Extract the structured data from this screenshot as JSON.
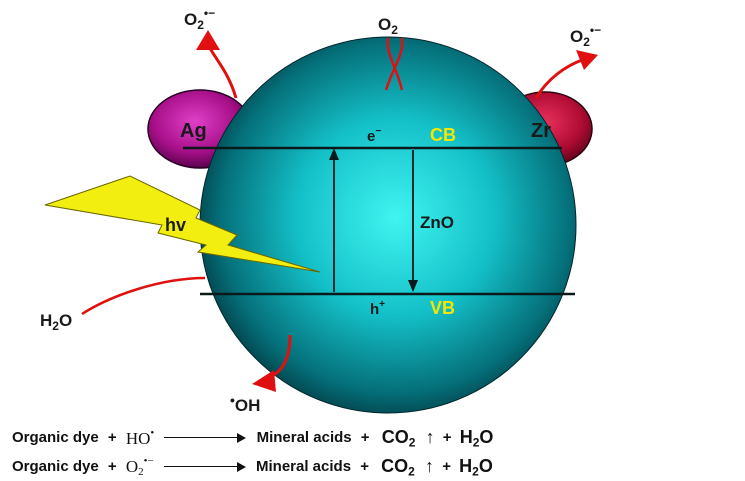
{
  "labels": {
    "o2_top": "O",
    "o2_top_sub": "2",
    "o2_left": "O",
    "o2_left_sub": "2",
    "o2_left_sup": "•−",
    "o2_right": "O",
    "o2_right_sub": "2",
    "o2_right_sup": "•−",
    "ag": "Ag",
    "zr": "Zr",
    "electron": "e",
    "electron_sup": "−",
    "cb": "CB",
    "vb": "VB",
    "hole": "h",
    "hole_sup": "+",
    "zno": "ZnO",
    "hv": "hv",
    "h2o": "H",
    "h2o_sub": "2",
    "h2o_tail": "O",
    "oh_dot": "•",
    "oh": "OH"
  },
  "colors": {
    "sphere_core": "#1fd8d8",
    "sphere_edge": "#003a40",
    "ag": "#c2189a",
    "zr": "#c0103a",
    "arrow": "#e01010",
    "lightning": "#f2ef10",
    "band_text": "#f5e600"
  },
  "equations": [
    {
      "reactant": "Organic dye",
      "plus1": "+",
      "radical": "HO",
      "radical_sup": "•",
      "radical_sub": "",
      "products": "Mineral acids",
      "plus2": "+",
      "co2": "CO",
      "co2_sub": "2",
      "up": "↑",
      "plus3": "+",
      "h2o": "H",
      "h2o_sub": "2",
      "h2o_tail": "O"
    },
    {
      "reactant": "Organic dye",
      "plus1": "+",
      "radical": "O",
      "radical_sup": "•−",
      "radical_sub": "2",
      "products": "Mineral acids",
      "plus2": "+",
      "co2": "CO",
      "co2_sub": "2",
      "up": "↑",
      "plus3": "+",
      "h2o": "H",
      "h2o_sub": "2",
      "h2o_tail": "O"
    }
  ]
}
